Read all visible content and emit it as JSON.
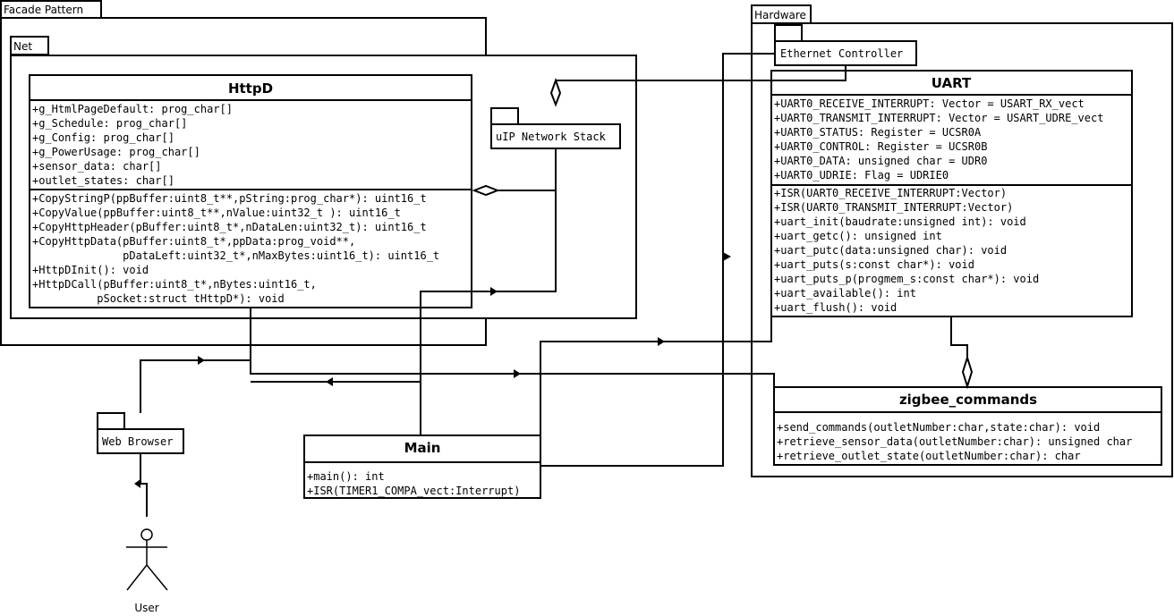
{
  "packages": {
    "facade": "Facade Pattern",
    "net": "Net",
    "hardware": "Hardware",
    "uip": "uIP Network Stack",
    "ethernet": "Ethernet Controller",
    "browser": "Web Browser"
  },
  "httpd": {
    "name": "HttpD",
    "attributes": [
      "+g_HtmlPageDefault: prog_char[]",
      "+g_Schedule: prog_char[]",
      "+g_Config: prog_char[]",
      "+g_PowerUsage: prog_char[]",
      "+sensor_data: char[]",
      "+outlet_states: char[]"
    ],
    "operations": [
      "+CopyStringP(ppBuffer:uint8_t**,pString:prog_char*): uint16_t",
      "+CopyValue(ppBuffer:uint8_t**,nValue:uint32_t ): uint16_t",
      "+CopyHttpHeader(pBuffer:uint8_t*,nDataLen:uint32_t): uint16_t",
      "+CopyHttpData(pBuffer:uint8_t*,ppData:prog_void**,",
      "              pDataLeft:uint32_t*,nMaxBytes:uint16_t): uint16_t",
      "+HttpDInit(): void",
      "+HttpDCall(pBuffer:uint8_t*,nBytes:uint16_t,",
      "          pSocket:struct tHttpD*): void"
    ]
  },
  "uart": {
    "name": "UART",
    "attributes": [
      "+UART0_RECEIVE_INTERRUPT: Vector = USART_RX_vect",
      "+UART0_TRANSMIT_INTERRUPT: Vector = USART_UDRE_vect",
      "+UART0_STATUS: Register = UCSR0A",
      "+UART0_CONTROL: Register = UCSR0B",
      "+UART0_DATA: unsigned char = UDR0",
      "+UART0_UDRIE: Flag = UDRIE0"
    ],
    "operations": [
      "+ISR(UART0_RECEIVE_INTERRUPT:Vector)",
      "+ISR(UART0_TRANSMIT_INTERRUPT:Vector)",
      "+uart_init(baudrate:unsigned int): void",
      "+uart_getc(): unsigned int",
      "+uart_putc(data:unsigned char): void",
      "+uart_puts(s:const char*): void",
      "+uart_puts_p(progmem_s:const char*): void",
      "+uart_available(): int",
      "+uart_flush(): void"
    ]
  },
  "zigbee": {
    "name": "zigbee_commands",
    "operations": [
      "+send_commands(outletNumber:char,state:char): void",
      "+retrieve_sensor_data(outletNumber:char): unsigned char",
      "+retrieve_outlet_state(outletNumber:char): char"
    ]
  },
  "main": {
    "name": "Main",
    "operations": [
      "+main(): int",
      "+ISR(TIMER1_COMPA_vect:Interrupt)"
    ]
  },
  "actor": {
    "name": "User"
  }
}
